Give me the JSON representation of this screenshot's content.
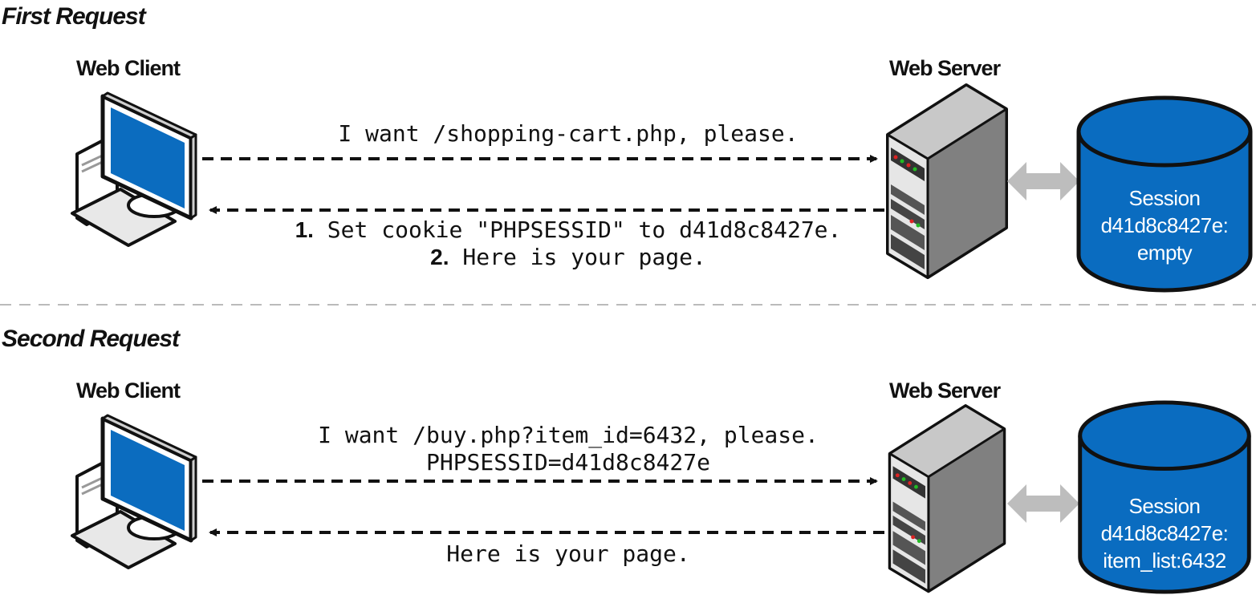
{
  "sections": [
    {
      "title": "First Request",
      "client_label": "Web Client",
      "server_label": "Web Server",
      "request_lines": [
        "I want /shopping-cart.php, please."
      ],
      "response_lines": [
        {
          "num": "1.",
          "text": " Set cookie \"PHPSESSID\" to d41d8c8427e."
        },
        {
          "num": "2.",
          "text": " Here is your page."
        }
      ],
      "session_lines": [
        "Session",
        "d41d8c8427e:",
        "empty"
      ]
    },
    {
      "title": "Second Request",
      "client_label": "Web Client",
      "server_label": "Web Server",
      "request_lines": [
        "I want /buy.php?item_id=6432, please.",
        "PHPSESSID=d41d8c8427e"
      ],
      "response_lines": [
        {
          "num": "",
          "text": "Here is your page."
        }
      ],
      "session_lines": [
        "Session",
        "d41d8c8427e:",
        "item_list:6432"
      ]
    }
  ],
  "colors": {
    "screen_blue": "#0b6cbf",
    "db_blue": "#0a6cc0",
    "server_gray": "#9a9a9a",
    "arrow_gray": "#bdbdbd",
    "line": "#111111"
  },
  "icons": {
    "client": "desktop-computer-icon",
    "server": "server-tower-icon",
    "database": "database-cylinder-icon",
    "sync": "double-arrow-icon"
  }
}
